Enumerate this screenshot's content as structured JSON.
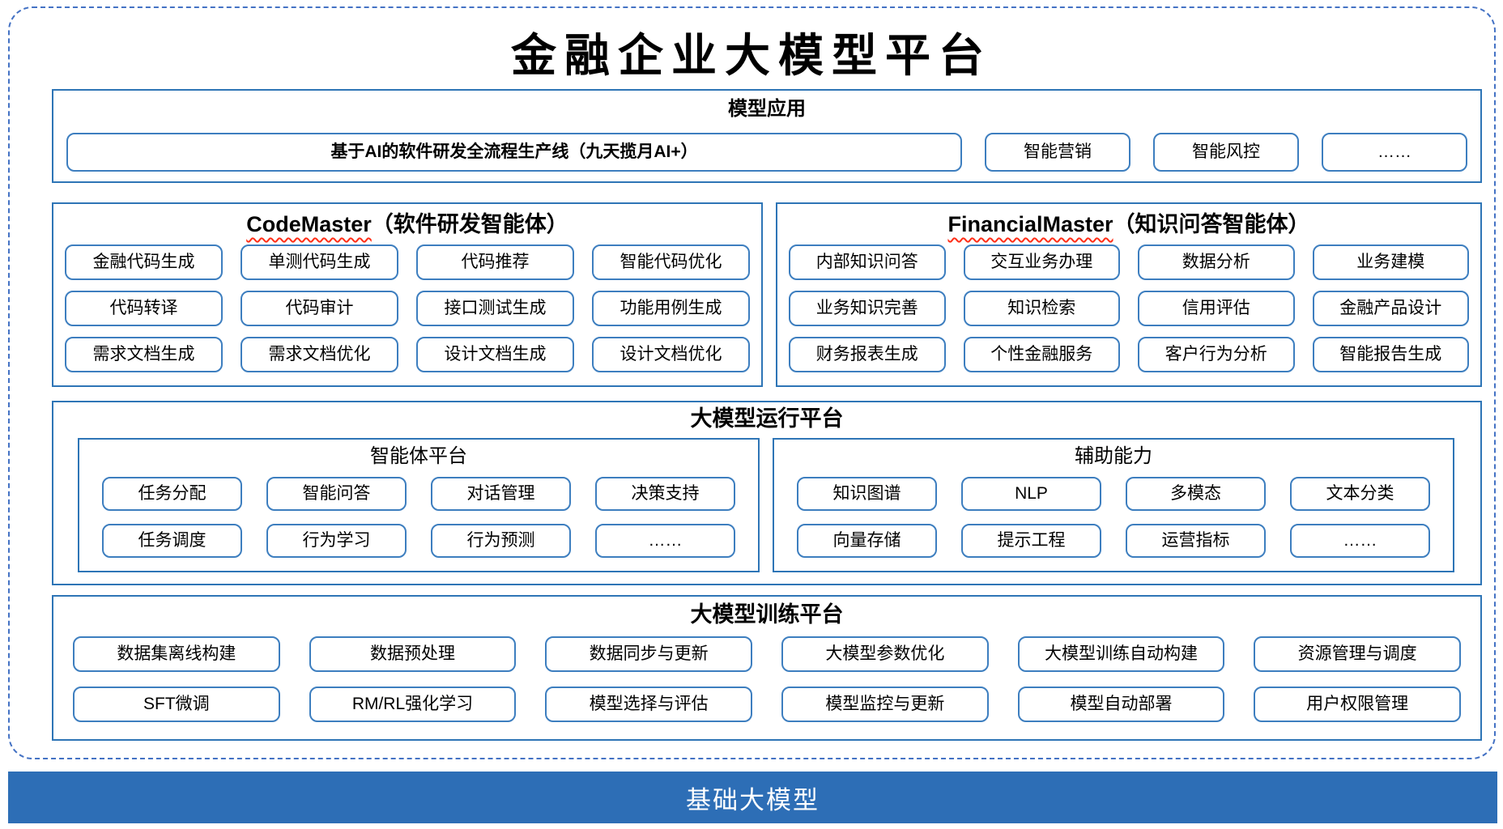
{
  "title": "金融企业大模型平台",
  "colors": {
    "border_blue": "#2E75B6",
    "item_border_blue": "#3D7EBF",
    "dashed_blue": "#4472C4",
    "foundation_bar_blue": "#2D6EB6",
    "squiggle_red": "#FF2D16",
    "text_black": "#000000",
    "foundation_text": "#FFFFFF"
  },
  "model_app": {
    "label": "模型应用",
    "main_item": "基于AI的软件研发全流程生产线（九天揽月AI+）",
    "items": [
      "智能营销",
      "智能风控",
      "……"
    ]
  },
  "code_master": {
    "name": "CodeMaster",
    "subtitle": "（软件研发智能体）",
    "items": [
      "金融代码生成",
      "单测代码生成",
      "代码推荐",
      "智能代码优化",
      "代码转译",
      "代码审计",
      "接口测试生成",
      "功能用例生成",
      "需求文档生成",
      "需求文档优化",
      "设计文档生成",
      "设计文档优化"
    ]
  },
  "financial_master": {
    "name": "FinancialMaster",
    "subtitle": "（知识问答智能体）",
    "items": [
      "内部知识问答",
      "交互业务办理",
      "数据分析",
      "业务建模",
      "业务知识完善",
      "知识检索",
      "信用评估",
      "金融产品设计",
      "财务报表生成",
      "个性金融服务",
      "客户行为分析",
      "智能报告生成"
    ]
  },
  "runtime_platform": {
    "label": "大模型运行平台",
    "agent_platform": {
      "label": "智能体平台",
      "items": [
        "任务分配",
        "智能问答",
        "对话管理",
        "决策支持",
        "任务调度",
        "行为学习",
        "行为预测",
        "……"
      ]
    },
    "auxiliary": {
      "label": "辅助能力",
      "items": [
        "知识图谱",
        "NLP",
        "多模态",
        "文本分类",
        "向量存储",
        "提示工程",
        "运营指标",
        "……"
      ]
    }
  },
  "training_platform": {
    "label": "大模型训练平台",
    "items": [
      "数据集离线构建",
      "数据预处理",
      "数据同步与更新",
      "大模型参数优化",
      "大模型训练自动构建",
      "资源管理与调度",
      "SFT微调",
      "RM/RL强化学习",
      "模型选择与评估",
      "模型监控与更新",
      "模型自动部署",
      "用户权限管理"
    ]
  },
  "foundation": {
    "label": "基础大模型"
  }
}
